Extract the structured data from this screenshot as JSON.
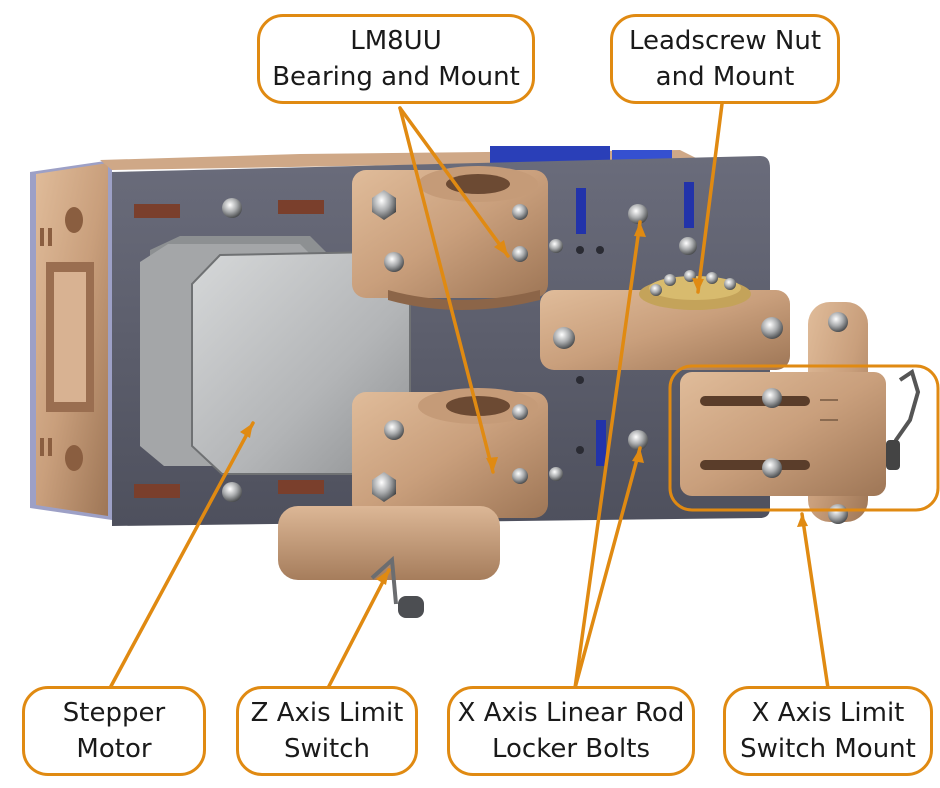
{
  "labels": {
    "bearing": {
      "line1": "LM8UU",
      "line2": "Bearing and Mount"
    },
    "nut": {
      "line1": "Leadscrew Nut",
      "line2": "and Mount"
    },
    "stepper": {
      "line1": "Stepper",
      "line2": "Motor"
    },
    "zlimit": {
      "line1": "Z Axis Limit",
      "line2": "Switch"
    },
    "xrod": {
      "line1": "X Axis Linear Rod",
      "line2": "Locker Bolts"
    },
    "xmount": {
      "line1": "X Axis Limit",
      "line2": "Switch Mount"
    }
  },
  "colors": {
    "callout": "#e08a12",
    "plate": "#5d5f6e",
    "printed_part": "#c8a080",
    "motor": "#b9bbbd"
  }
}
